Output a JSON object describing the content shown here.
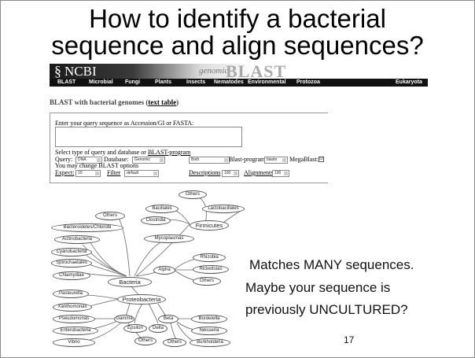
{
  "title": {
    "line1": "How to identify a bacterial",
    "line2": "sequence and align sequences?"
  },
  "ncbi": {
    "logo": "NCBI",
    "genomic": "genomic",
    "blast": "BLAST",
    "nav": [
      "BLAST",
      "Microbial",
      "Fungi",
      "Plants",
      "Insects",
      "Nematodes",
      "Environmental",
      "Protozoa",
      "Eukaryota"
    ]
  },
  "subtitle": {
    "text": "BLAST with bacterial genomes (",
    "link": "text table",
    "close": ")"
  },
  "form": {
    "enter_label": "Enter your query sequence as Accession/GI or FASTA:",
    "select_label": "Select type of query and database or ",
    "select_link": "BLAST-program",
    "query_label": "Query:",
    "query_value": "DNA",
    "database_label": "Database:",
    "database_value": "Genomic",
    "both_value": "Both",
    "blast_program_label": "Blast-program:",
    "blast_program_value": "blastn",
    "megablast_label": "MegaBlast:",
    "megablast_checked": "☑",
    "change_label": "You may change BLAST options",
    "expect_label": "Expect:",
    "expect_value": "10",
    "filter_label": "Filter",
    "filter_value": "default",
    "descriptions_label": "Descriptions",
    "descriptions_value": "100",
    "alignments_label": "Alignments",
    "alignments_value": "100"
  },
  "tree": {
    "bacteria": "Bacteria",
    "others_top": "Others",
    "bacilliales": "Bacillales",
    "lactobacillales": "Lactobacillales",
    "clostridia": "Clostridia",
    "firmicutes": "Firmicutes",
    "others_left": "Others",
    "bacteroidetes": "Bacteroidetes/Chlorobi",
    "mycoplasmas": "Mycoplasmas",
    "actinobacteria": "Actinobacteria",
    "cyanobacteria": "Cyanobacteria",
    "spirochaetales": "Spirochaetales",
    "chlamydiae": "Chlamydiae",
    "rhizobia": "Rhizobia",
    "alpha": "Alpha",
    "rickettsias": "Rickettsias",
    "others_alpha": "Others",
    "pasteurella": "Pasteurella",
    "xanthomonas": "Xanthomonas",
    "proteobacteria": "Proteobacteria",
    "pseudomonas": "Pseudomonas",
    "gamma": "Gamma",
    "beta": "Beta",
    "bordetella": "Bordetella",
    "enterobacteria": "Enterobacteria",
    "epsilon": "Epsilon",
    "delta": "Delta",
    "neisseria": "Neisseria",
    "vibrio": "Vibrio",
    "others_gamma": "Others",
    "others_beta": "Others",
    "burkholderia": "Burkholderia"
  },
  "side_text": {
    "line1": "Matches MANY sequences.",
    "line2": "Maybe your sequence is",
    "line3": "previously UNCULTURED?"
  },
  "page_number": "17"
}
